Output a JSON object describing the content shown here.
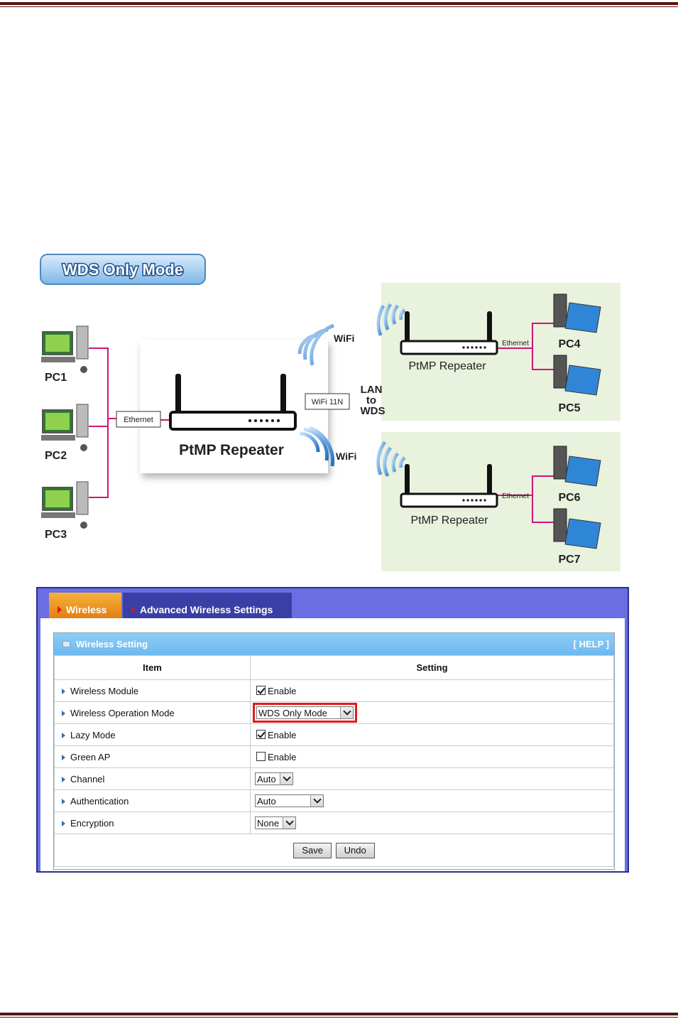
{
  "diagram": {
    "badge": "WDS Only Mode",
    "pcs_left": [
      "PC1",
      "PC2",
      "PC3"
    ],
    "pcs_top_right": [
      "PC4",
      "PC5"
    ],
    "pcs_bottom_right": [
      "PC6",
      "PC7"
    ],
    "ethernet_left": "Ethernet",
    "ethernet_right_top": "Ethernet",
    "ethernet_right_bottom": "Ethernet",
    "main_router_label": "PtMP Repeater",
    "wifi_11n_label": "WiFi 11N",
    "wifi_top": "WiFi",
    "wifi_bottom": "WiFi",
    "lan_to_wds": [
      "LAN",
      "to",
      "WDS"
    ],
    "remote_router_top": "PtMP Repeater",
    "remote_router_bottom": "PtMP Repeater"
  },
  "tabs": {
    "wireless": "Wireless",
    "advanced": "Advanced Wireless Settings"
  },
  "wireless_setting": {
    "title": "Wireless Setting",
    "help": "[ HELP ]",
    "col_item": "Item",
    "col_setting": "Setting",
    "rows": [
      {
        "label": "Wireless Module",
        "type": "checkbox",
        "checked": true,
        "value": "Enable"
      },
      {
        "label": "Wireless Operation Mode",
        "type": "select",
        "value": "WDS Only Mode",
        "highlighted": true
      },
      {
        "label": "Lazy Mode",
        "type": "checkbox",
        "checked": true,
        "value": "Enable"
      },
      {
        "label": "Green AP",
        "type": "checkbox",
        "checked": false,
        "value": "Enable"
      },
      {
        "label": "Channel",
        "type": "select",
        "value": "Auto"
      },
      {
        "label": "Authentication",
        "type": "select",
        "value": "Auto"
      },
      {
        "label": "Encryption",
        "type": "select",
        "value": "None"
      }
    ],
    "save": "Save",
    "undo": "Undo"
  },
  "colors": {
    "rule": "#5a1212",
    "tab_active": "#f0a030",
    "tab_bar": "#6a6ee2",
    "header": "#7cc2f2",
    "highlight": "#e21b1b",
    "link_line": "#d0147a"
  }
}
